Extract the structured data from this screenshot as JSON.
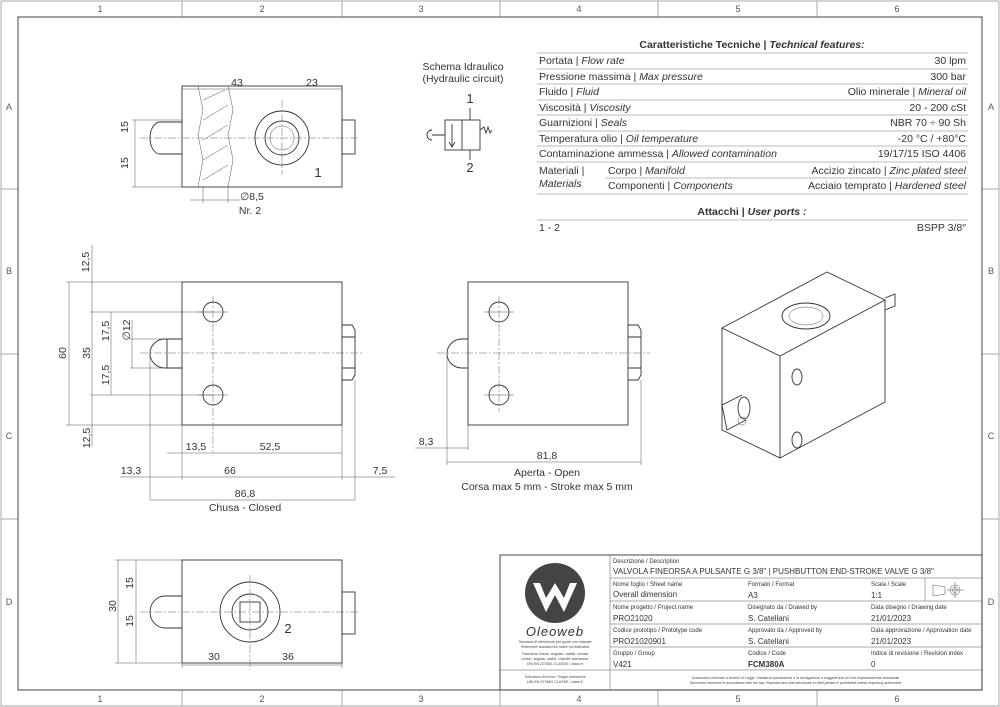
{
  "frame": {
    "columns": [
      "1",
      "2",
      "3",
      "4",
      "5",
      "6"
    ],
    "rows": [
      "A",
      "B",
      "C",
      "D"
    ]
  },
  "top_view": {
    "dim_43": "43",
    "dim_23": "23",
    "dim_15a": "15",
    "dim_15b": "15",
    "hole_dia": "∅8,5",
    "hole_count": "Nr. 2",
    "port_label": "1"
  },
  "hydraulic": {
    "title": "Schema Idraulico",
    "subtitle": "(Hydraulic circuit)",
    "port_1": "1",
    "port_2": "2"
  },
  "front_view": {
    "dim_12_5_top": "12,5",
    "dim_60": "60",
    "dim_35": "35",
    "dim_17_5a": "17,5",
    "dim_17_5b": "17,5",
    "dim_d12": "∅12",
    "dim_12_5_bottom": "12,5",
    "dim_13_5": "13,5",
    "dim_52_5": "52,5",
    "dim_13_3": "13,3",
    "dim_66": "66",
    "dim_7_5": "7,5",
    "dim_86_8": "86,8",
    "caption": "Chusa - Closed"
  },
  "open_view": {
    "dim_8_3": "8,3",
    "dim_81_8": "81,8",
    "caption": "Aperta - Open",
    "stroke": "Corsa max 5 mm - Stroke max 5 mm"
  },
  "bottom_view": {
    "dim_30v": "30",
    "dim_15a": "15",
    "dim_15b": "15",
    "port_label": "2",
    "dim_30h": "30",
    "dim_36": "36"
  },
  "tech": {
    "title_it": "Caratteristiche Tecniche | ",
    "title_en": "Technical features:",
    "rows": [
      {
        "it": "Portata | ",
        "en": "Flow rate",
        "value": "30 lpm"
      },
      {
        "it": "Pressione massima | ",
        "en": "Max pressure",
        "value": "300 bar"
      },
      {
        "it": "Fluido | ",
        "en": "Fluid",
        "value_it": "Olio minerale | ",
        "value_en": "Mineral oil"
      },
      {
        "it": "Viscosità | ",
        "en": "Viscosity",
        "value": "20 - 200 cSt"
      },
      {
        "it": "Guarnizioni | ",
        "en": "Seals",
        "value": "NBR 70 ÷ 90 Sh"
      },
      {
        "it": "Temperatura olio | ",
        "en": "Oil temperature",
        "value": "-20 °C / +80°C"
      },
      {
        "it": "Contaminazione ammessa | ",
        "en": "Allowed contamination",
        "value": "19/17/15 ISO 4406"
      }
    ],
    "materials_it": "Materiali |",
    "materials_en": "Materials",
    "materials": [
      {
        "it": "Corpo | ",
        "en": "Manifold",
        "value_it": "Accizio zincato | ",
        "value_en": "Zinc plated steel"
      },
      {
        "it": "Componenti | ",
        "en": "Components",
        "value_it": "Acciaio temprato | ",
        "value_en": "Hardened steel"
      }
    ],
    "ports_title_it": "Attacchi | ",
    "ports_title_en": "User ports :",
    "ports": [
      {
        "name": "1 - 2",
        "value": "BSPP 3/8\""
      }
    ]
  },
  "title_block": {
    "logo_text": "Oleoweb",
    "standard_note_1": "Standard di riferimento per quote non indicate",
    "standard_note_2": "Reference standard for notes not indicated",
    "tol_1": "Tolleranze lineari, angolari, radiali, smussi",
    "tol_2": "Linear, angular, radial, chamfer tolerances",
    "tol_3": "UNI EN 22768/1   CLASSE / class   m",
    "shape_1": "Tolleranze di forma / Shape tolerances",
    "shape_2": "UNI EN 22768/2   CLASSE / class   K",
    "description_label": "Descrizione / Description",
    "description": "VALVOLA FINEORSA A PULSANTE G 3/8\" | PUSHBUTTON END-STROKE VALVE G 3/8\"",
    "sheet_label": "Nome foglio / Sheet name",
    "sheet": "Overall dimension",
    "format_label": "Formato / Format",
    "format": "A3",
    "scale_label": "Scala / Scale",
    "scale": "1:1",
    "project_label": "Nome progetto / Project name",
    "project": "PRO21020",
    "drawn_label": "Disegnato da / Drawed by",
    "drawn": "S. Catellani",
    "date_label": "Data disegno / Drawing date",
    "date": "21/01/2023",
    "proto_label": "Codice prototipo / Prototype code",
    "proto": "PRO21020901",
    "approved_label": "Approvato da / Approved by",
    "approved": "S. Catellani",
    "approval_date_label": "Data approvazione / Approvation date",
    "approval_date": "21/01/2023",
    "group_label": "Gruppo / Group",
    "group": "V421",
    "code_label": "Codice / Code",
    "code": "FCM380A",
    "revision_label": "Indice di revisione / Revision index",
    "revision": "0",
    "legal_1": "Documento riservato a termini di Legge. Vietata la riproduzione e la divulgazione a soggetti terzi se non espressamente autorizzati.",
    "legal_2": "Document reserved in accordance with the law. Reproduction and disclosure to third parties is prohibited unless expressly authorized."
  }
}
